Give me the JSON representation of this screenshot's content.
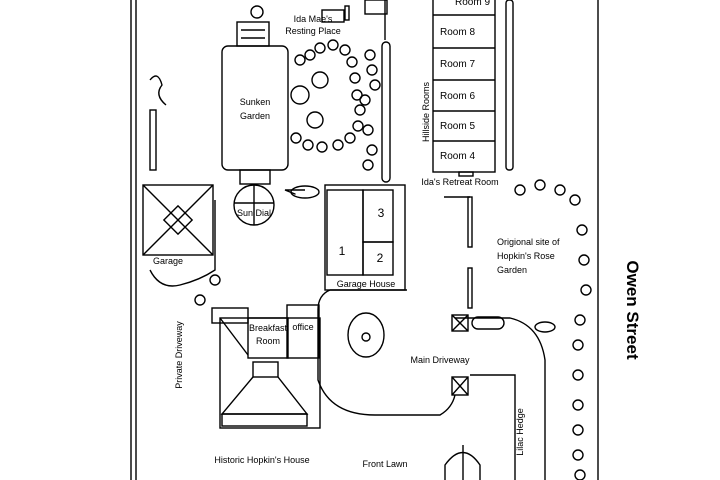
{
  "map": {
    "street": "Owen Street",
    "rooms": {
      "group_label": "Hillside Rooms",
      "items": [
        "Room 9",
        "Room 8",
        "Room 7",
        "Room 6",
        "Room 5",
        "Room 4"
      ],
      "retreat": "Ida's Retreat Room"
    },
    "labels": {
      "resting_place_1": "Ida Mae's",
      "resting_place_2": "Resting Place",
      "sunken_garden_1": "Sunken",
      "sunken_garden_2": "Garden",
      "sun_dial": "Sun Dial",
      "garage": "Garage",
      "garage_house": "Garage House",
      "garage_room_1": "1",
      "garage_room_2": "2",
      "garage_room_3": "3",
      "rose_garden_1": "Origional site of",
      "rose_garden_2": "Hopkin's Rose",
      "rose_garden_3": "Garden",
      "breakfast_1": "Breakfast",
      "breakfast_2": "Room",
      "office": "office",
      "private_driveway": "Private Driveway",
      "main_driveway": "Main Driveway",
      "historic_house": "Historic Hopkin's House",
      "front_lawn": "Front Lawn",
      "lilac_hedge": "Lilac Hedge"
    }
  }
}
